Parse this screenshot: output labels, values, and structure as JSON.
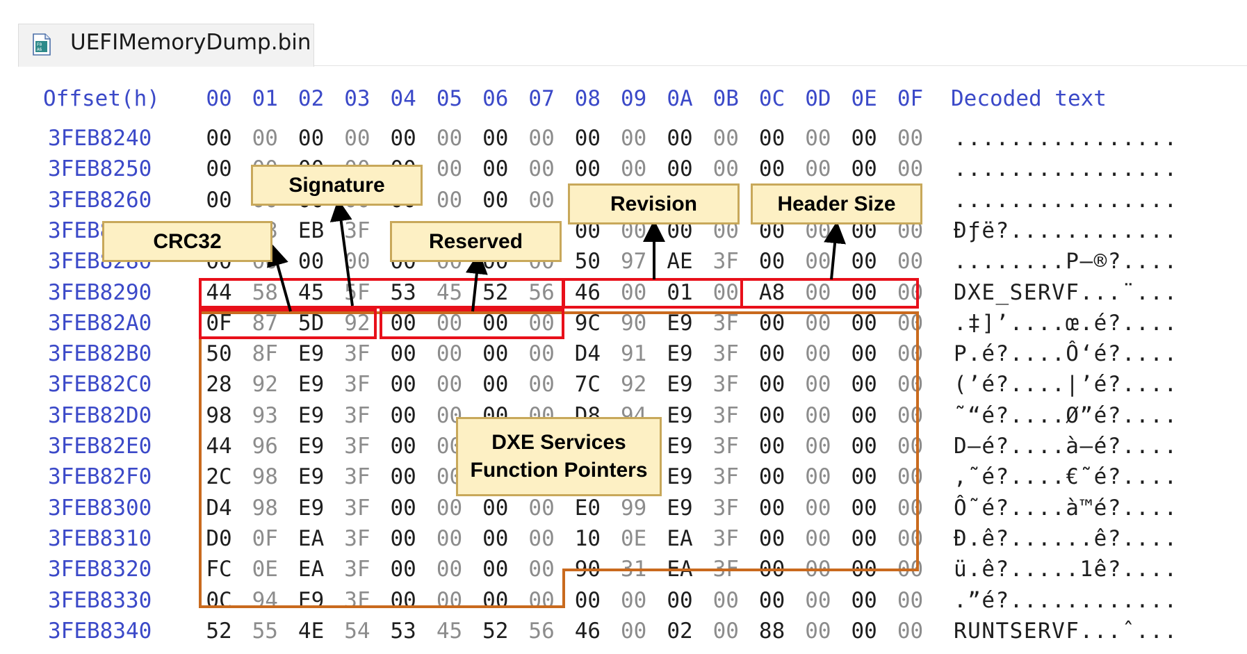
{
  "tab": {
    "title": "UEFIMemoryDump.bin",
    "icon": "binary-file-icon"
  },
  "header": {
    "offset_label": "Offset(h)",
    "columns": [
      "00",
      "01",
      "02",
      "03",
      "04",
      "05",
      "06",
      "07",
      "08",
      "09",
      "0A",
      "0B",
      "0C",
      "0D",
      "0E",
      "0F"
    ],
    "decoded_label": "Decoded text"
  },
  "rows": [
    {
      "offset": "3FEB8240",
      "bytes": [
        "00",
        "00",
        "00",
        "00",
        "00",
        "00",
        "00",
        "00",
        "00",
        "00",
        "00",
        "00",
        "00",
        "00",
        "00",
        "00"
      ],
      "decoded": "................"
    },
    {
      "offset": "3FEB8250",
      "bytes": [
        "00",
        "00",
        "00",
        "00",
        "00",
        "00",
        "00",
        "00",
        "00",
        "00",
        "00",
        "00",
        "00",
        "00",
        "00",
        "00"
      ],
      "decoded": "................"
    },
    {
      "offset": "3FEB8260",
      "bytes": [
        "00",
        "00",
        "00",
        "00",
        "00",
        "00",
        "00",
        "00",
        "00",
        "00",
        "00",
        "00",
        "00",
        "00",
        "00",
        "00"
      ],
      "decoded": "................"
    },
    {
      "offset": "3FEB8270",
      "bytes": [
        "D0",
        "83",
        "EB",
        "3F",
        "00",
        "00",
        "00",
        "00",
        "00",
        "00",
        "00",
        "00",
        "00",
        "00",
        "00",
        "00"
      ],
      "decoded": "Ðƒë?............"
    },
    {
      "offset": "3FEB8280",
      "bytes": [
        "00",
        "00",
        "00",
        "00",
        "00",
        "00",
        "00",
        "00",
        "50",
        "97",
        "AE",
        "3F",
        "00",
        "00",
        "00",
        "00"
      ],
      "decoded": "........P—®?...."
    },
    {
      "offset": "3FEB8290",
      "bytes": [
        "44",
        "58",
        "45",
        "5F",
        "53",
        "45",
        "52",
        "56",
        "46",
        "00",
        "01",
        "00",
        "A8",
        "00",
        "00",
        "00"
      ],
      "decoded": "DXE_SERVF...¨..."
    },
    {
      "offset": "3FEB82A0",
      "bytes": [
        "0F",
        "87",
        "5D",
        "92",
        "00",
        "00",
        "00",
        "00",
        "9C",
        "90",
        "E9",
        "3F",
        "00",
        "00",
        "00",
        "00"
      ],
      "decoded": ".‡]’....œ.é?...."
    },
    {
      "offset": "3FEB82B0",
      "bytes": [
        "50",
        "8F",
        "E9",
        "3F",
        "00",
        "00",
        "00",
        "00",
        "D4",
        "91",
        "E9",
        "3F",
        "00",
        "00",
        "00",
        "00"
      ],
      "decoded": "P.é?....Ô‘é?...."
    },
    {
      "offset": "3FEB82C0",
      "bytes": [
        "28",
        "92",
        "E9",
        "3F",
        "00",
        "00",
        "00",
        "00",
        "7C",
        "92",
        "E9",
        "3F",
        "00",
        "00",
        "00",
        "00"
      ],
      "decoded": "(’é?....|’é?...."
    },
    {
      "offset": "3FEB82D0",
      "bytes": [
        "98",
        "93",
        "E9",
        "3F",
        "00",
        "00",
        "00",
        "00",
        "D8",
        "94",
        "E9",
        "3F",
        "00",
        "00",
        "00",
        "00"
      ],
      "decoded": "˜“é?....Ø”é?...."
    },
    {
      "offset": "3FEB82E0",
      "bytes": [
        "44",
        "96",
        "E9",
        "3F",
        "00",
        "00",
        "00",
        "00",
        "E0",
        "96",
        "E9",
        "3F",
        "00",
        "00",
        "00",
        "00"
      ],
      "decoded": "D–é?....à–é?...."
    },
    {
      "offset": "3FEB82F0",
      "bytes": [
        "2C",
        "98",
        "E9",
        "3F",
        "00",
        "00",
        "00",
        "00",
        "80",
        "98",
        "E9",
        "3F",
        "00",
        "00",
        "00",
        "00"
      ],
      "decoded": ",˜é?....€˜é?...."
    },
    {
      "offset": "3FEB8300",
      "bytes": [
        "D4",
        "98",
        "E9",
        "3F",
        "00",
        "00",
        "00",
        "00",
        "E0",
        "99",
        "E9",
        "3F",
        "00",
        "00",
        "00",
        "00"
      ],
      "decoded": "Ô˜é?....à™é?...."
    },
    {
      "offset": "3FEB8310",
      "bytes": [
        "D0",
        "0F",
        "EA",
        "3F",
        "00",
        "00",
        "00",
        "00",
        "10",
        "0E",
        "EA",
        "3F",
        "00",
        "00",
        "00",
        "00"
      ],
      "decoded": "Ð.ê?......ê?...."
    },
    {
      "offset": "3FEB8320",
      "bytes": [
        "FC",
        "0E",
        "EA",
        "3F",
        "00",
        "00",
        "00",
        "00",
        "90",
        "31",
        "EA",
        "3F",
        "00",
        "00",
        "00",
        "00"
      ],
      "decoded": "ü.ê?.....1ê?...."
    },
    {
      "offset": "3FEB8330",
      "bytes": [
        "0C",
        "94",
        "E9",
        "3F",
        "00",
        "00",
        "00",
        "00",
        "00",
        "00",
        "00",
        "00",
        "00",
        "00",
        "00",
        "00"
      ],
      "decoded": ".”é?............"
    },
    {
      "offset": "3FEB8340",
      "bytes": [
        "52",
        "55",
        "4E",
        "54",
        "53",
        "45",
        "52",
        "56",
        "46",
        "00",
        "02",
        "00",
        "88",
        "00",
        "00",
        "00"
      ],
      "decoded": "RUNTSERVF...ˆ..."
    }
  ],
  "callouts": {
    "signature": "Signature",
    "crc32": "CRC32",
    "reserved": "Reserved",
    "revision": "Revision",
    "header_size": "Header Size",
    "dxe_line1": "DXE Services",
    "dxe_line2": "Function Pointers"
  },
  "colors": {
    "field_box": "#e8101a",
    "region_box": "#c96a1e",
    "callout_fill": "#fdf0c4",
    "callout_border": "#c8a85a",
    "offset_text": "#3b49c8"
  }
}
